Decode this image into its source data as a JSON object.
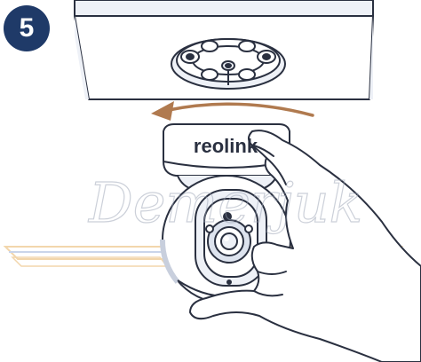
{
  "step": {
    "number": "5"
  },
  "camera": {
    "brand": "reolink"
  },
  "watermark": {
    "text": "Demerjuk"
  },
  "colors": {
    "badge": "#1f3a68",
    "outline": "#2a3040",
    "arrow": "#b07a4f",
    "fill_light": "#eef1f7",
    "lens_fill": "#dde3ee",
    "watermark_stripe": "#e8b56a",
    "watermark_stripe_blue": "#9fb3d9"
  },
  "icons": {
    "rotate_direction": "arrow-left-curved-icon",
    "hand": "hand-icon",
    "camera": "ptz-camera-icon",
    "mount": "ceiling-mount-plate-icon"
  }
}
